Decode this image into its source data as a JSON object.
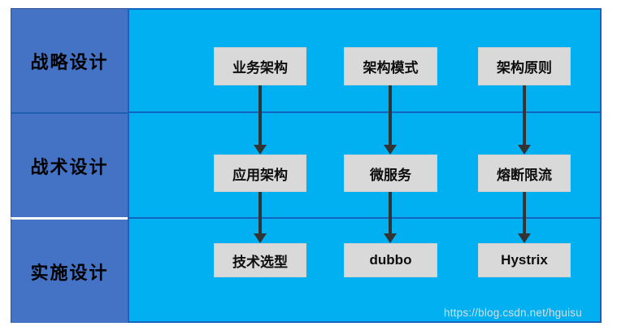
{
  "diagram": {
    "title": "architecture-design-levels-flow",
    "rows": [
      {
        "label": "战略设计"
      },
      {
        "label": "战术设计"
      },
      {
        "label": "实施设计"
      }
    ],
    "boxes": [
      {
        "label": "业务架构"
      },
      {
        "label": "架构模式"
      },
      {
        "label": "架构原则"
      },
      {
        "label": "应用架构"
      },
      {
        "label": "微服务"
      },
      {
        "label": "熔断限流"
      },
      {
        "label": "技术选型"
      },
      {
        "label": "dubbo"
      },
      {
        "label": "Hystrix"
      }
    ],
    "arrows": [
      {
        "from": "业务架构",
        "to": "应用架构"
      },
      {
        "from": "架构模式",
        "to": "微服务"
      },
      {
        "from": "架构原则",
        "to": "熔断限流"
      },
      {
        "from": "应用架构",
        "to": "技术选型"
      },
      {
        "from": "微服务",
        "to": "dubbo"
      },
      {
        "from": "熔断限流",
        "to": "Hystrix"
      }
    ],
    "colors": {
      "left_column": "#4472C4",
      "grid_background": "#00B0F0",
      "grid_border": "#1565C0",
      "node_fill": "#D9D9D9",
      "arrow": "#333333",
      "text": "#000000"
    }
  },
  "watermark": {
    "text": "https://blog.csdn.net/hguisu"
  }
}
